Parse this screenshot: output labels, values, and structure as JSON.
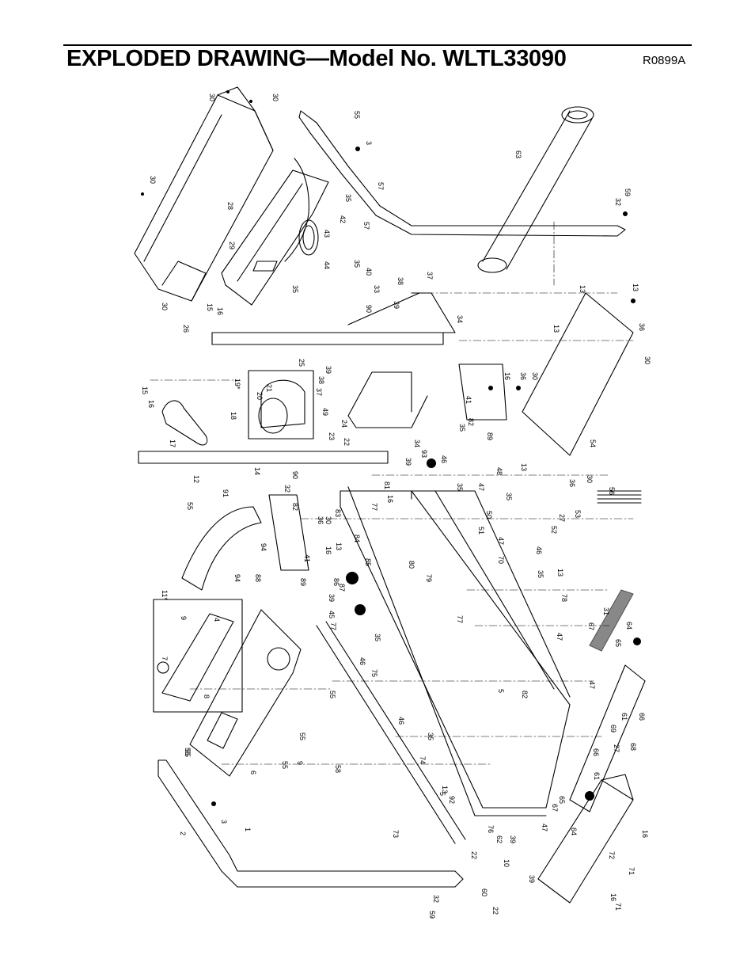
{
  "header": {
    "title": "EXPLODED DRAWING—Model No. WLTL33090",
    "drawing_code": "R0899A"
  },
  "callouts": [
    "30",
    "30",
    "30",
    "30",
    "28",
    "29",
    "55",
    "3",
    "57",
    "35",
    "42",
    "43",
    "44",
    "57",
    "40",
    "35",
    "35",
    "63",
    "32",
    "59",
    "15",
    "16",
    "26",
    "33",
    "90",
    "38",
    "39",
    "37",
    "34",
    "13",
    "13",
    "13",
    "36",
    "30",
    "25",
    "39",
    "37",
    "38",
    "19*",
    "21",
    "20",
    "15",
    "16",
    "17",
    "18",
    "49",
    "24",
    "22",
    "23",
    "16",
    "36",
    "30",
    "41",
    "35",
    "82",
    "89",
    "48",
    "13",
    "54",
    "36",
    "30",
    "34",
    "93",
    "46",
    "39",
    "12",
    "55",
    "14",
    "32",
    "90",
    "16",
    "81",
    "77",
    "35",
    "47",
    "50",
    "35",
    "51",
    "56",
    "91",
    "94",
    "94",
    "82",
    "36",
    "30",
    "16",
    "83",
    "13",
    "84",
    "41",
    "88",
    "89",
    "85",
    "86",
    "87",
    "39",
    "45",
    "77",
    "11*",
    "9",
    "4",
    "7",
    "8",
    "80",
    "79",
    "70",
    "47",
    "46",
    "35",
    "13",
    "78",
    "27",
    "52",
    "53",
    "35",
    "46",
    "75",
    "77",
    "47",
    "31",
    "67",
    "64",
    "65",
    "55",
    "55",
    "55",
    "6",
    "55",
    "9",
    "58",
    "5",
    "82",
    "47",
    "61",
    "66",
    "46",
    "35",
    "74",
    "13",
    "92",
    "69",
    "66",
    "27",
    "68",
    "5",
    "61",
    "55",
    "3",
    "2",
    "1",
    "73",
    "76",
    "67",
    "65",
    "47",
    "64",
    "62",
    "39",
    "72",
    "16",
    "22",
    "10",
    "60",
    "39",
    "22",
    "32",
    "59",
    "71",
    "16",
    "71"
  ]
}
